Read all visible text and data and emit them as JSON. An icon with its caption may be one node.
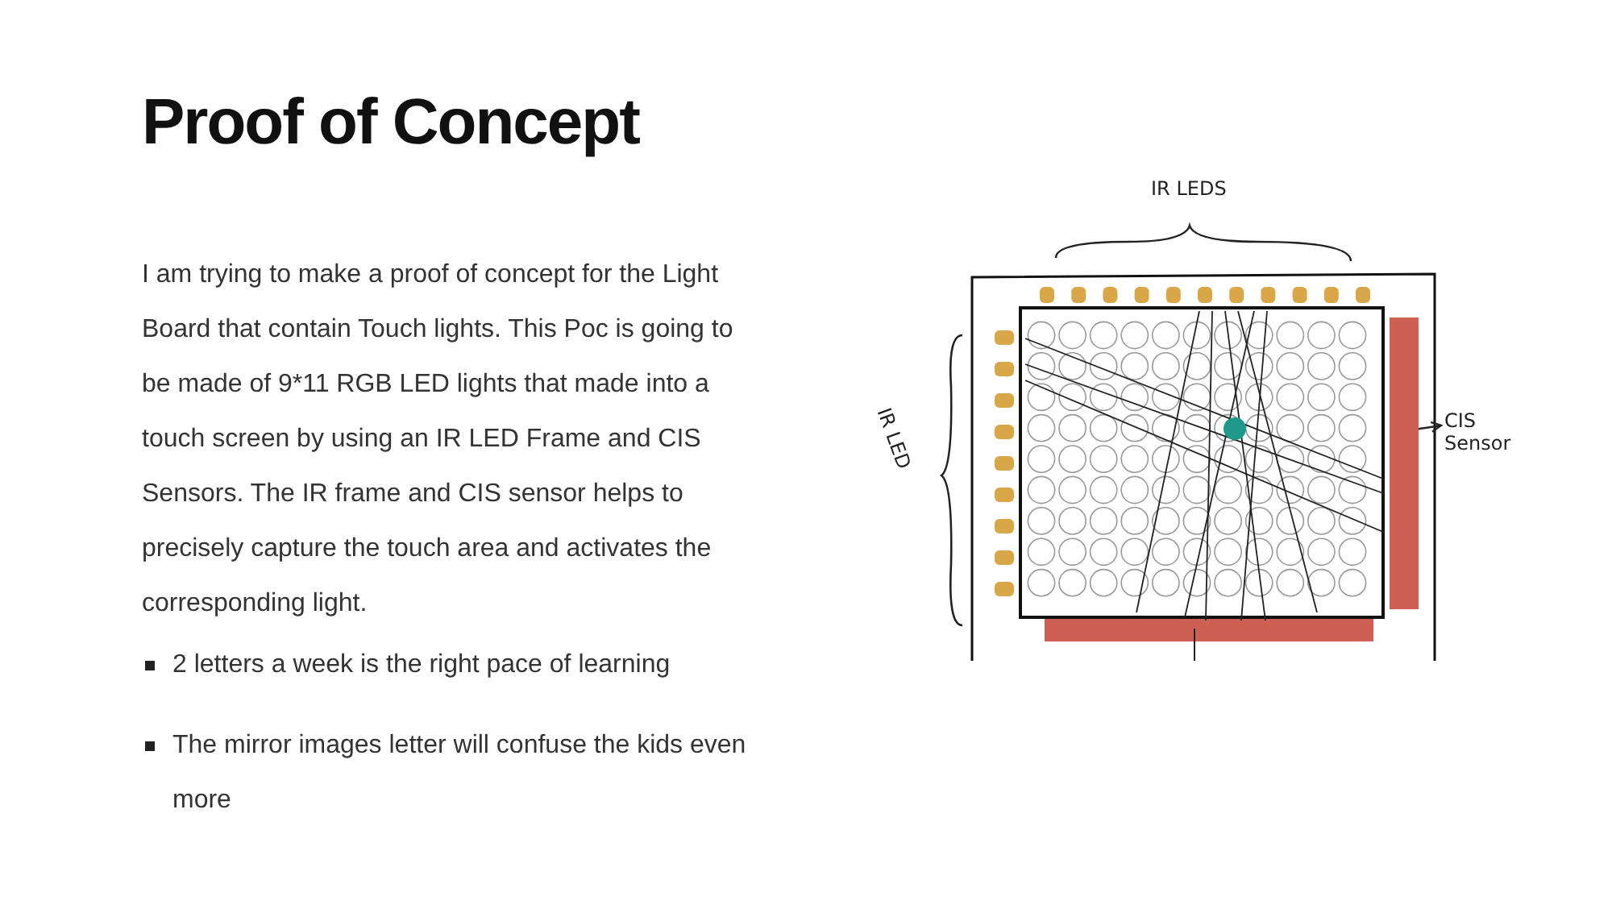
{
  "diagram": {
    "title": "Proof of Concept",
    "nodes": [
      {
        "text": [],
        "shape": "bar"
      },
      {
        "text": [
          "CIS Sensor"
        ]
      }
    ],
    "edges": [
      {
        "from": 0,
        "to": 1,
        "arrow": "to"
      }
    ],
    "labels": [
      "I am trying to make a proof of concept for the Light Board that contain Touch lights. This Poc is going to be made of 9*11 RGB LED lights that made into a touch screen by using an IR LED Frame and CIS Sensors. The IR frame and CIS sensor helps to precisely capture the touch area and activates the corresponding light.",
      "2 letters a week is the right pace of learning",
      "The mirror images letter will confuse the kids even more",
      "IR LEDS",
      "IR LED"
    ]
  }
}
